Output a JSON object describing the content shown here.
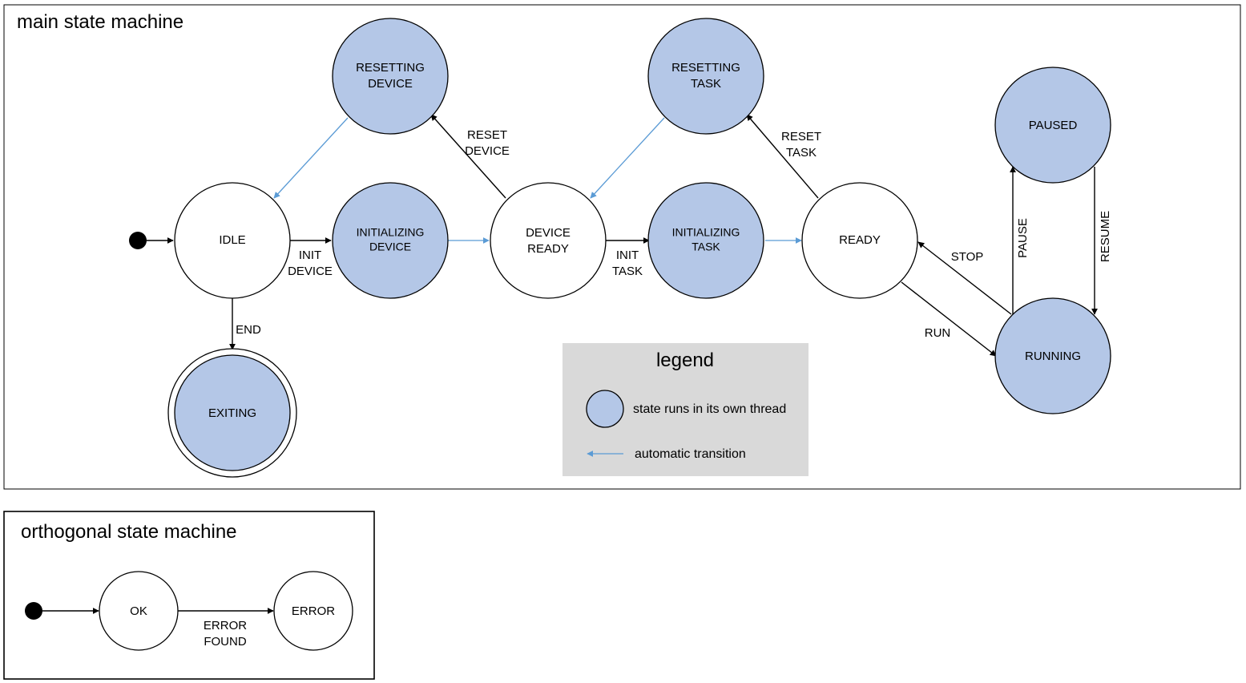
{
  "main_machine": {
    "title": "main state machine",
    "states": {
      "idle": "IDLE",
      "resetting_device": [
        "RESETTING",
        "DEVICE"
      ],
      "initializing_device": [
        "INITIALIZING",
        "DEVICE"
      ],
      "device_ready": [
        "DEVICE",
        "READY"
      ],
      "resetting_task": [
        "RESETTING",
        "TASK"
      ],
      "initializing_task": [
        "INITIALIZING",
        "TASK"
      ],
      "ready": "READY",
      "paused": "PAUSED",
      "running": "RUNNING",
      "exiting": "EXITING"
    },
    "transitions": {
      "init_device": [
        "INIT",
        "DEVICE"
      ],
      "reset_device": [
        "RESET",
        "DEVICE"
      ],
      "init_task": [
        "INIT",
        "TASK"
      ],
      "reset_task": [
        "RESET",
        "TASK"
      ],
      "end": "END",
      "stop": "STOP",
      "run": "RUN",
      "pause": "PAUSE",
      "resume": "RESUME"
    }
  },
  "legend": {
    "title": "legend",
    "own_thread": "state runs in its own thread",
    "automatic": "automatic transition"
  },
  "orthogonal_machine": {
    "title": "orthogonal state machine",
    "states": {
      "ok": "OK",
      "error": "ERROR"
    },
    "transitions": {
      "error_found": [
        "ERROR",
        "FOUND"
      ]
    }
  },
  "colors": {
    "threaded_state_fill": "#b4c7e7",
    "automatic_transition": "#5b9bd5"
  }
}
